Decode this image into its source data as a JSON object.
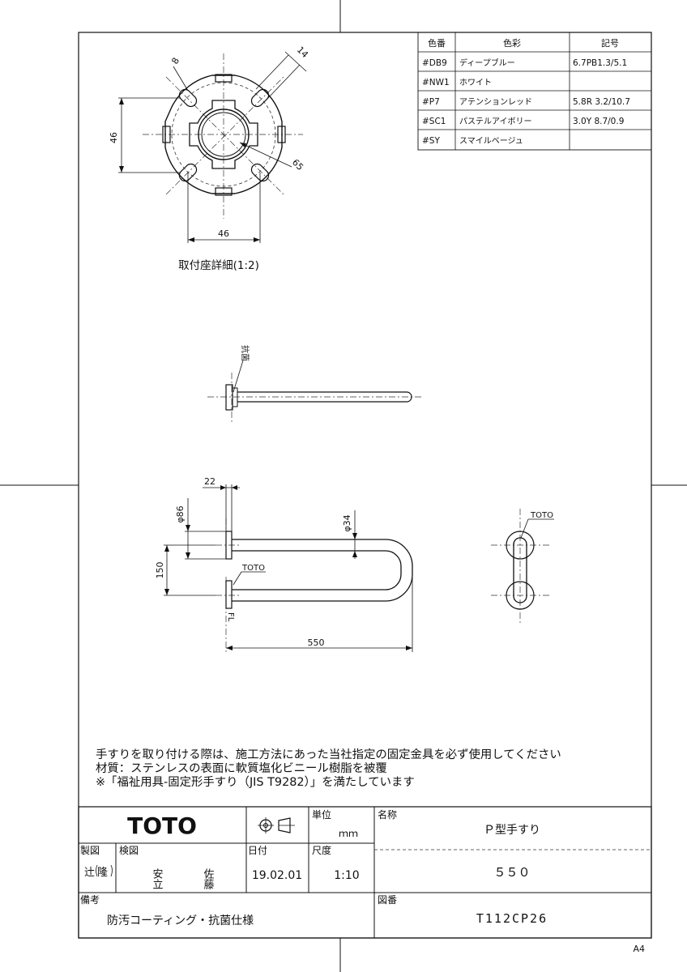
{
  "color_table": {
    "headers": [
      "色番",
      "色彩",
      "記号"
    ],
    "rows": [
      {
        "code": "#DB9",
        "name": "ディープブルー",
        "symbol": "6.7PB1.3/5.1"
      },
      {
        "code": "#NW1",
        "name": "ホワイト",
        "symbol": ""
      },
      {
        "code": "#P7",
        "name": "アテンションレッド",
        "symbol": "5.8R 3.2/10.7"
      },
      {
        "code": "#SC1",
        "name": "パステルアイボリー",
        "symbol": "3.0Y 8.7/0.9"
      },
      {
        "code": "#SY",
        "name": "スマイルベージュ",
        "symbol": ""
      }
    ]
  },
  "detail": {
    "caption": "取付座詳細(1:2)",
    "dim_8": "8",
    "dim_14": "14",
    "dim_46v": "46",
    "dim_46h": "46",
    "dim_65": "65"
  },
  "side_view": {
    "label": "抗菌"
  },
  "front_view": {
    "dim_22": "22",
    "dim_phi86": "φ86",
    "dim_phi34": "φ34",
    "dim_150": "150",
    "dim_550": "550",
    "toto_mark": "TOTO",
    "fl": "FL"
  },
  "end_view": {
    "toto_mark": "TOTO"
  },
  "notes": [
    "手すりを取り付ける際は、施工方法にあった当社指定の固定金具を必ず使用してください",
    "材質：ステンレスの表面に軟質塩化ビニール樹脂を被覆",
    "※「福祉用具-固定形手すり（JIS T9282）」を満たしています"
  ],
  "title_block": {
    "brand": "TOTO",
    "unit_label": "単位",
    "unit_value": "ｍｍ",
    "name_label": "名称",
    "name_value": "Ｐ型手すり",
    "drawn_label": "製図",
    "drawn_value": "辻",
    "drawn_seal": "隆",
    "checked_label": "検図",
    "checked_col1": "安立",
    "checked_col2": "佐藤",
    "date_label": "日付",
    "date_value": "19.02.01",
    "scale_label": "尺度",
    "scale_value": "1:10",
    "size_value": "５５０",
    "remarks_label": "備考",
    "remarks_value": "防汚コーティング・抗菌仕様",
    "drawing_no_label": "図番",
    "drawing_no_value": "T112CP26"
  },
  "paper_size": "A4"
}
